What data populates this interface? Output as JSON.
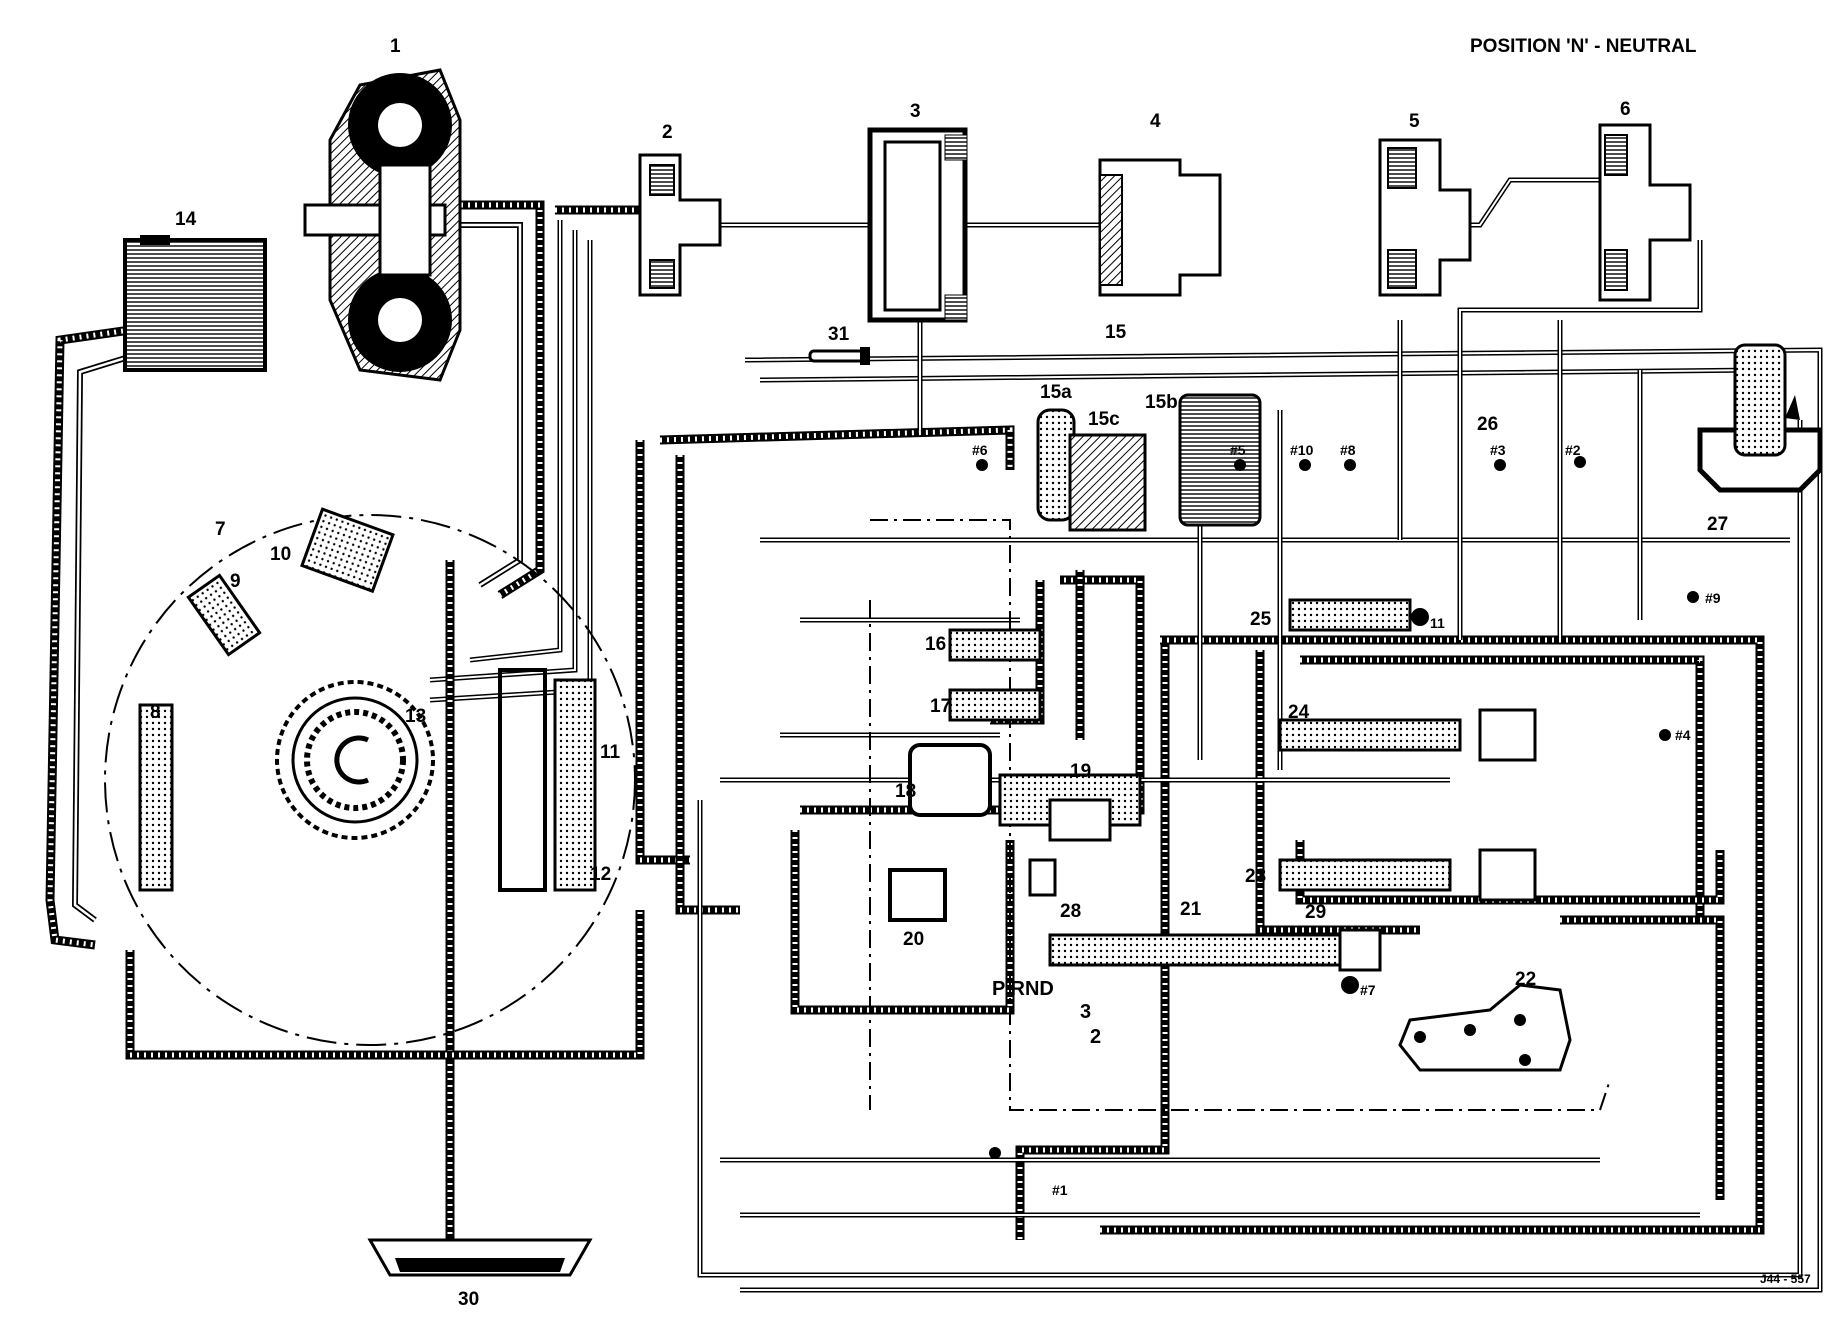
{
  "header": {
    "title": "POSITION 'N' - NEUTRAL"
  },
  "footer": {
    "reference": "J44 - 557"
  },
  "selector": {
    "prnd": "P RND",
    "third": "3",
    "second": "2"
  },
  "labels": {
    "l1": "1",
    "l2": "2",
    "l3": "3",
    "l4": "4",
    "l5": "5",
    "l6": "6",
    "l7": "7",
    "l8": "8",
    "l9": "9",
    "l10": "10",
    "l11": "11",
    "l12": "12",
    "l13": "13",
    "l14": "14",
    "l15": "15",
    "l15a": "15a",
    "l15b": "15b",
    "l15c": "15c",
    "l16": "16",
    "l17": "17",
    "l18": "18",
    "l19": "19",
    "l20": "20",
    "l21": "21",
    "l22": "22",
    "l23": "23",
    "l24": "24",
    "l25": "25",
    "l26": "26",
    "l27": "27",
    "l28": "28",
    "l29": "29",
    "l30": "30",
    "l31": "31"
  },
  "checkballs": {
    "b1": "#1",
    "b2": "#2",
    "b3": "#3",
    "b4": "#4",
    "b5": "#5",
    "b6": "#6",
    "b7": "#7",
    "b8": "#8",
    "b9": "#9",
    "b10": "#10",
    "b11": "11"
  }
}
